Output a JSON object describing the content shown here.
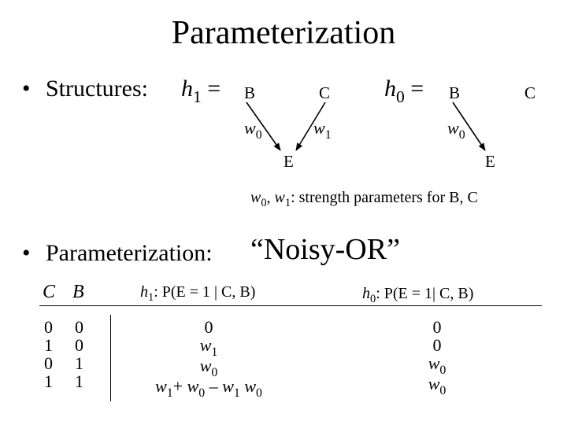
{
  "title": "Parameterization",
  "structures": {
    "bullet": "•",
    "label": "Structures:",
    "h1": {
      "var": "h",
      "sub": "1",
      "eq": "=",
      "nodes": {
        "B": "B",
        "C": "C",
        "E": "E"
      },
      "w_left": {
        "var": "w",
        "sub": "0"
      },
      "w_right": {
        "var": "w",
        "sub": "1"
      }
    },
    "h0": {
      "var": "h",
      "sub": "0",
      "eq": "=",
      "nodes": {
        "B": "B",
        "C": "C",
        "E": "E"
      },
      "w_left": {
        "var": "w",
        "sub": "0"
      }
    },
    "note": {
      "w0": "w",
      "w0_sub": "0",
      "sep": ", ",
      "w1": "w",
      "w1_sub": "1",
      "rest": ": strength parameters for B, C"
    }
  },
  "parameterization": {
    "bullet": "•",
    "label": "Parameterization:",
    "noisy_or": "“Noisy-OR”"
  },
  "table": {
    "header": {
      "C": "C",
      "B": "B",
      "h1": {
        "var": "h",
        "sub": "1",
        "rest": ": P(E = 1 | C, B)"
      },
      "h0": {
        "var": "h",
        "sub": "0",
        "rest": ": P(E = 1| C, B)"
      }
    },
    "rows": [
      {
        "C": "0",
        "B": "0"
      },
      {
        "C": "1",
        "B": "0"
      },
      {
        "C": "0",
        "B": "1"
      },
      {
        "C": "1",
        "B": "1"
      }
    ],
    "h1_values": [
      "0",
      "w1",
      "w0",
      "w1+ w0 – w1 w0"
    ],
    "h0_values": [
      "0",
      "0",
      "w0",
      "w0"
    ]
  }
}
